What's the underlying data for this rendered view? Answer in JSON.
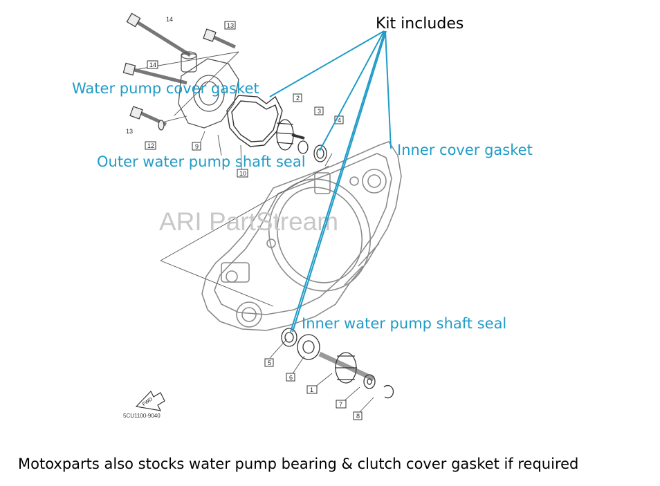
{
  "kit_heading": "Kit includes",
  "callouts": {
    "water_pump_cover_gasket": "Water pump cover gasket",
    "outer_shaft_seal": "Outer water pump shaft seal",
    "inner_cover_gasket": "Inner cover gasket",
    "inner_shaft_seal": "Inner water pump shaft  seal"
  },
  "watermark": "ARI PartStream",
  "part_numbers": [
    "14",
    "13",
    "14",
    "2",
    "3",
    "4",
    "13",
    "12",
    "9",
    "10",
    "5",
    "6",
    "1",
    "7",
    "8"
  ],
  "fwd_label": "FWD",
  "diagram_code": "5CU1100-9040",
  "footer_note": "Motoxparts also stocks water pump bearing & clutch cover gasket if required",
  "colors": {
    "callout": "#1f9bc6",
    "drawing": "#777777",
    "text": "#000000"
  }
}
